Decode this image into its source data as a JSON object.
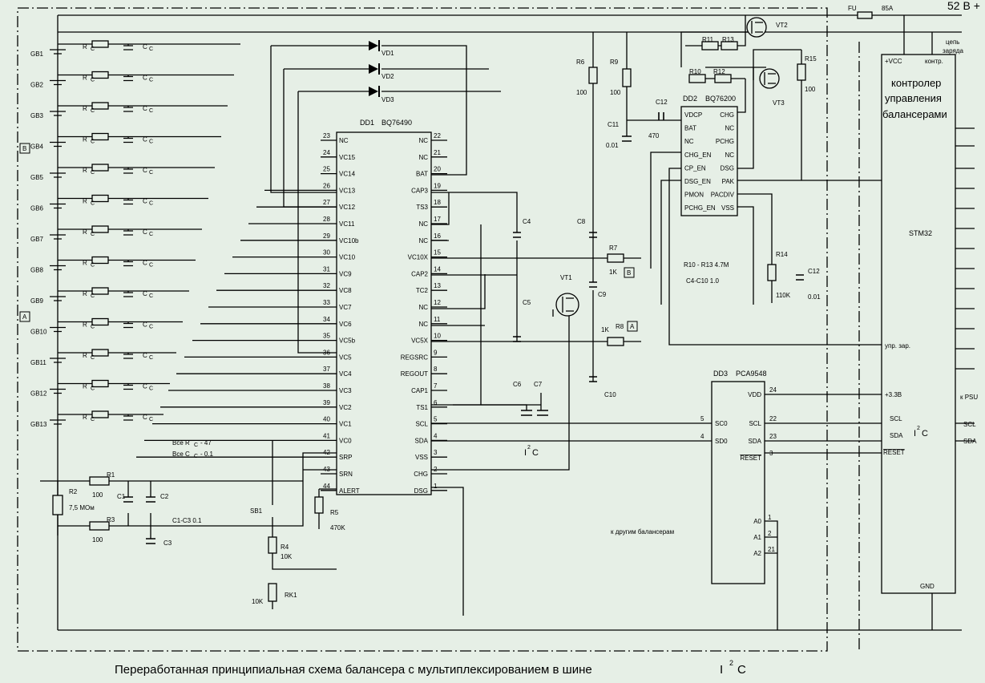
{
  "caption": {
    "main": "Переработанная принципиальная схема балансера с мультиплексированием  в  шине",
    "bus": "I",
    "sup": "2",
    "tail": "C"
  },
  "power": {
    "rail": "52 В +",
    "fuse": "FU",
    "fuse_rating": "85A",
    "charge_circuit": [
      "цепь",
      "заряда"
    ]
  },
  "cells": [
    "GB1",
    "GB2",
    "GB3",
    "GB4",
    "GB5",
    "GB6",
    "GB7",
    "GB8",
    "GB9",
    "GB10",
    "GB11",
    "GB12",
    "GB13"
  ],
  "rc": {
    "r": "R",
    "r_sub": "C",
    "c": "C",
    "c_sub": "C"
  },
  "rc_note": [
    "Все R",
    "C",
    "- 47",
    "Все C",
    "C",
    "- 0.1"
  ],
  "connectors": {
    "a": "A",
    "b": "B"
  },
  "diodes": [
    "VD1",
    "VD2",
    "VD3"
  ],
  "dd1": {
    "ref": "DD1",
    "part": "BQ76490",
    "left_pins": [
      {
        "num": "23",
        "name": "NC"
      },
      {
        "num": "24",
        "name": "VC15"
      },
      {
        "num": "25",
        "name": "VC14"
      },
      {
        "num": "26",
        "name": "VC13"
      },
      {
        "num": "27",
        "name": "VC12"
      },
      {
        "num": "28",
        "name": "VC11"
      },
      {
        "num": "29",
        "name": "VC10b"
      },
      {
        "num": "30",
        "name": "VC10"
      },
      {
        "num": "31",
        "name": "VC9"
      },
      {
        "num": "32",
        "name": "VC8"
      },
      {
        "num": "33",
        "name": "VC7"
      },
      {
        "num": "34",
        "name": "VC6"
      },
      {
        "num": "35",
        "name": "VC5b"
      },
      {
        "num": "36",
        "name": "VC5"
      },
      {
        "num": "37",
        "name": "VC4"
      },
      {
        "num": "38",
        "name": "VC3"
      },
      {
        "num": "39",
        "name": "VC2"
      },
      {
        "num": "40",
        "name": "VC1"
      },
      {
        "num": "41",
        "name": "VC0"
      },
      {
        "num": "42",
        "name": "SRP"
      },
      {
        "num": "43",
        "name": "SRN"
      },
      {
        "num": "44",
        "name": "ALERT"
      }
    ],
    "right_pins": [
      {
        "num": "22",
        "name": "NC"
      },
      {
        "num": "21",
        "name": "NC"
      },
      {
        "num": "20",
        "name": "BAT"
      },
      {
        "num": "19",
        "name": "CAP3"
      },
      {
        "num": "18",
        "name": "TS3"
      },
      {
        "num": "17",
        "name": "NC"
      },
      {
        "num": "16",
        "name": "NC"
      },
      {
        "num": "15",
        "name": "VC10X"
      },
      {
        "num": "14",
        "name": "CAP2"
      },
      {
        "num": "13",
        "name": "TC2"
      },
      {
        "num": "12",
        "name": "NC"
      },
      {
        "num": "11",
        "name": "NC"
      },
      {
        "num": "10",
        "name": "VC5X"
      },
      {
        "num": "9",
        "name": "REGSRC"
      },
      {
        "num": "8",
        "name": "REGOUT"
      },
      {
        "num": "7",
        "name": "CAP1"
      },
      {
        "num": "6",
        "name": "TS1"
      },
      {
        "num": "5",
        "name": "SCL"
      },
      {
        "num": "4",
        "name": "SDA"
      },
      {
        "num": "3",
        "name": "VSS"
      },
      {
        "num": "2",
        "name": "CHG"
      },
      {
        "num": "1",
        "name": "DSG"
      }
    ]
  },
  "dd2": {
    "ref": "DD2",
    "part": "BQ76200",
    "left_pins": [
      "VDCP",
      "BAT",
      "NC",
      "CHG_EN",
      "CP_EN",
      "DSG_EN",
      "PMON",
      "PCHG_EN"
    ],
    "right_pins": [
      "CHG",
      "NC",
      "PCHG",
      "NC",
      "DSG",
      "PAK",
      "PACDIV",
      "VSS"
    ]
  },
  "dd3": {
    "ref": "DD3",
    "part": "PCA9548",
    "left_pins": [
      {
        "num": "5",
        "name": "SC0"
      },
      {
        "num": "4",
        "name": "SD0"
      }
    ],
    "right_pins": [
      {
        "num": "24",
        "name": "VDD"
      },
      {
        "num": "22",
        "name": "SCL"
      },
      {
        "num": "23",
        "name": "SDA"
      },
      {
        "num": "3",
        "name": "RESET"
      }
    ],
    "addr_pins": [
      {
        "num": "1",
        "name": "A0"
      },
      {
        "num": "2",
        "name": "A1"
      },
      {
        "num": "21",
        "name": "A2"
      }
    ]
  },
  "stm32": {
    "label": "STM32",
    "title": [
      "контролер",
      "управления",
      "балансерами"
    ],
    "vcc": "+VCC",
    "ctrl": "контр.",
    "charge_ctrl": "упр. зар.",
    "v33": "+3.3В",
    "scl": "SCL",
    "sda": "SDA",
    "reset": "RESET",
    "gnd": "GND"
  },
  "psu": {
    "label": "к PSU",
    "scl": "SCL",
    "sda": "SDA"
  },
  "i2c": {
    "i": "I",
    "sup": "2",
    "c": "C"
  },
  "other_balancers": "к другим балансерам",
  "transistors": [
    "VT1",
    "VT2",
    "VT3"
  ],
  "resistors": {
    "r1": {
      "ref": "R1",
      "val": "100"
    },
    "r2": {
      "ref": "R2",
      "val": "7,5 MOм"
    },
    "r3": {
      "ref": "R3",
      "val": "100"
    },
    "r4": {
      "ref": "R4",
      "val": "10K"
    },
    "r5": {
      "ref": "R5",
      "val": "470K"
    },
    "r6": {
      "ref": "R6",
      "val": "100"
    },
    "r7": {
      "ref": "R7",
      "val": "1K"
    },
    "r8": {
      "ref": "R8",
      "val": "1K"
    },
    "r9": {
      "ref": "R9",
      "val": "100"
    },
    "r10": "R10",
    "r11": "R11",
    "r12": "R12",
    "r13": "R13",
    "r14": {
      "ref": "R14",
      "val": "110K"
    },
    "r15": {
      "ref": "R15",
      "val": "100"
    }
  },
  "capacitors": {
    "c1": "C1",
    "c2": "C2",
    "c3": "C3",
    "c4": "C4",
    "c5": "C5",
    "c6": "C6",
    "c7": "C7",
    "c8": "C8",
    "c9": "C9",
    "c10": "C10",
    "c11": {
      "ref": "C11",
      "val": "0.01"
    },
    "c12a": {
      "ref": "C12",
      "val": "470"
    },
    "c12b": {
      "ref": "C12",
      "val": "0.01"
    }
  },
  "notes": {
    "c1c3": "C1-C3 0.1",
    "r10r13": "R10 - R13 4.7M",
    "c4c10": "C4-C10 1.0"
  },
  "sb1": "SB1",
  "rk1": {
    "ref": "RK1",
    "val": "10K"
  }
}
